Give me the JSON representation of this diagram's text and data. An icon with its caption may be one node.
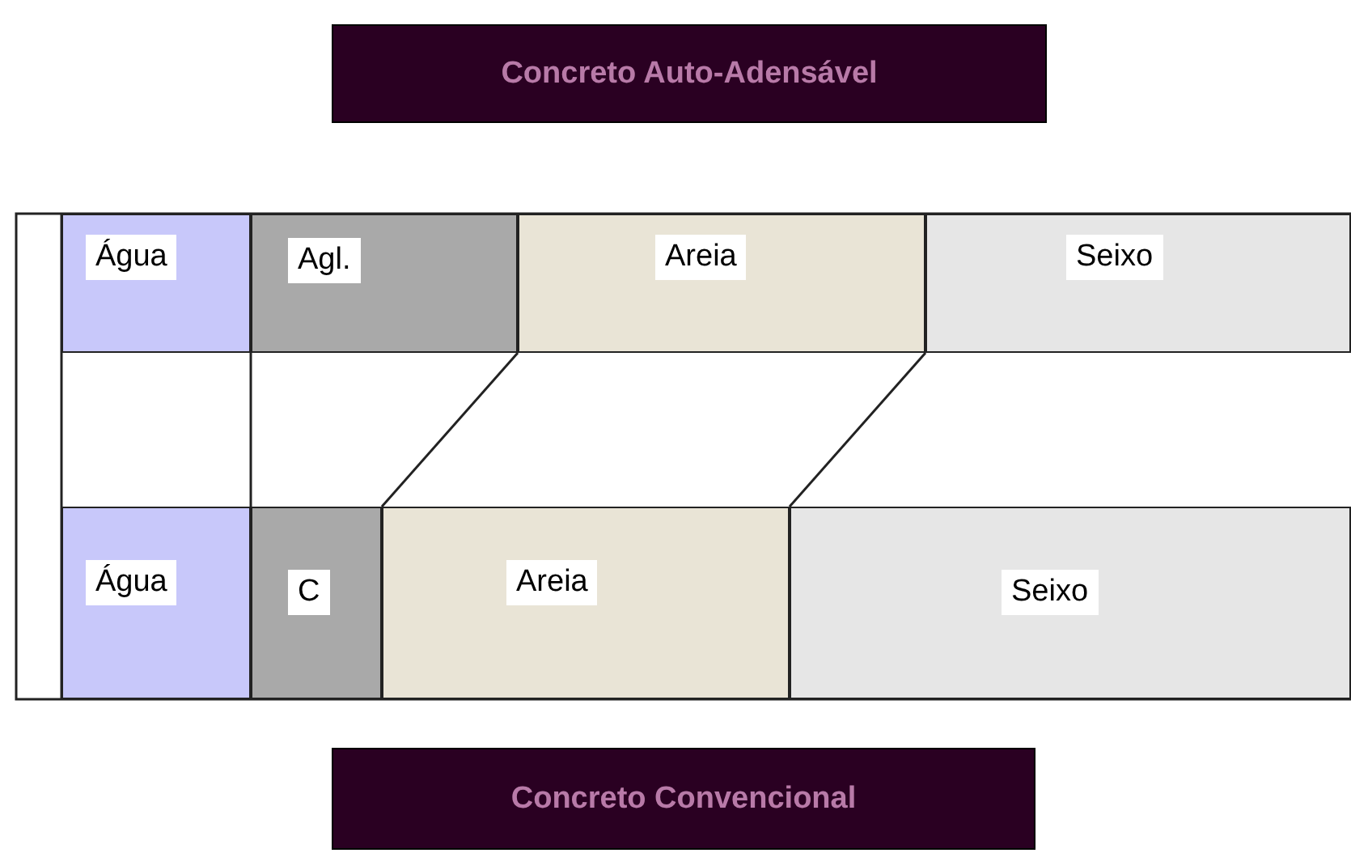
{
  "diagram": {
    "nodes": [
      {
        "text": [
          "Concreto Auto-Adensável"
        ]
      },
      {
        "text": [
          "Água"
        ]
      },
      {
        "text": [
          "Agl."
        ]
      },
      {
        "text": [
          "Areia"
        ]
      },
      {
        "text": [
          "Seixo"
        ]
      },
      {
        "text": [
          "Água"
        ]
      },
      {
        "text": [
          "C"
        ]
      },
      {
        "text": [
          "Areia"
        ]
      },
      {
        "text": [
          "Seixo"
        ]
      },
      {
        "text": [
          "Concreto Convencional"
        ]
      }
    ]
  }
}
